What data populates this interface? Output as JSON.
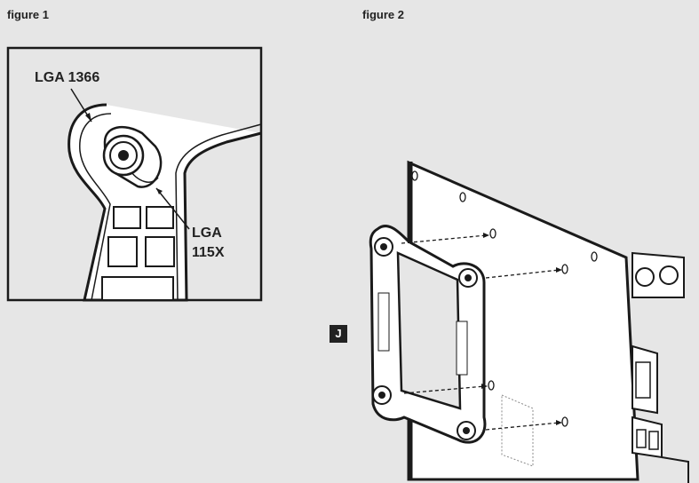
{
  "figure1": {
    "caption": "figure 1",
    "label_top": "LGA 1366",
    "label_bottom_line1": "LGA",
    "label_bottom_line2": "115X"
  },
  "figure2": {
    "caption": "figure 2",
    "step_marker": "J"
  },
  "colors": {
    "background": "#e6e6e6",
    "line": "#1a1a1a",
    "fill": "#ffffff"
  }
}
